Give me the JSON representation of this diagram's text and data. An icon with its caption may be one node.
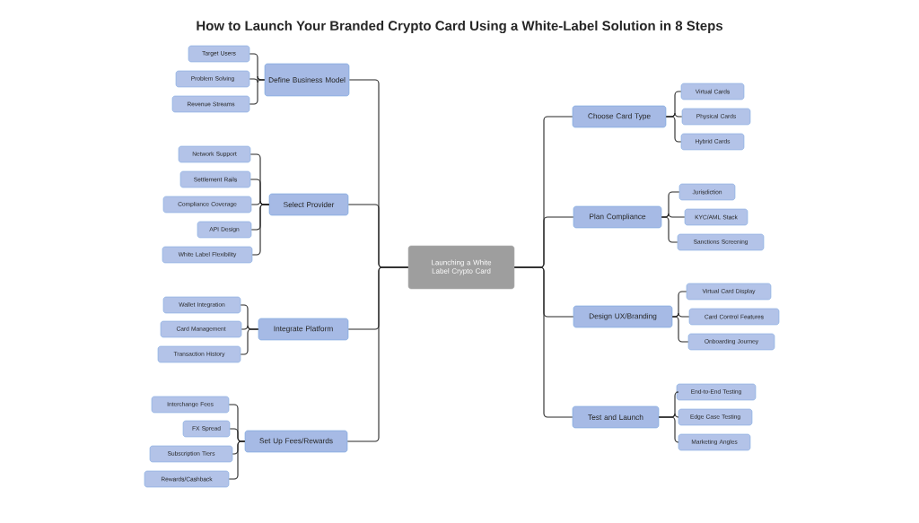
{
  "diagram": {
    "title": "How to Launch Your Branded Crypto Card Using a White-Label Solution in 8 Steps",
    "nodes": [
      {
        "text": [
          "Launching a White Label Crypto Card"
        ]
      },
      {
        "text": [
          "Define Business Model"
        ]
      },
      {
        "text": [
          "Target Users"
        ]
      },
      {
        "text": [
          "Problem Solving"
        ]
      },
      {
        "text": [
          "Revenue Streams"
        ]
      },
      {
        "text": [
          "Select Provider"
        ]
      },
      {
        "text": [
          "Network Support"
        ]
      },
      {
        "text": [
          "Settlement Rails"
        ]
      },
      {
        "text": [
          "Compliance Coverage"
        ]
      },
      {
        "text": [
          "API Design"
        ]
      },
      {
        "text": [
          "White Label Flexibility"
        ]
      },
      {
        "text": [
          "Integrate Platform"
        ]
      },
      {
        "text": [
          "Wallet Integration"
        ]
      },
      {
        "text": [
          "Card Management"
        ]
      },
      {
        "text": [
          "Transaction History"
        ]
      },
      {
        "text": [
          "Set Up Fees/Rewards"
        ]
      },
      {
        "text": [
          "Interchange Fees"
        ]
      },
      {
        "text": [
          "FX Spread"
        ]
      },
      {
        "text": [
          "Subscription Tiers"
        ]
      },
      {
        "text": [
          "Rewards/Cashback"
        ]
      },
      {
        "text": [
          "Choose Card Type"
        ]
      },
      {
        "text": [
          "Virtual Cards"
        ]
      },
      {
        "text": [
          "Physical Cards"
        ]
      },
      {
        "text": [
          "Hybrid Cards"
        ]
      },
      {
        "text": [
          "Plan Compliance"
        ]
      },
      {
        "text": [
          "Jurisdiction"
        ]
      },
      {
        "text": [
          "KYC/AML Stack"
        ]
      },
      {
        "text": [
          "Sanctions Screening"
        ]
      },
      {
        "text": [
          "Design UX/Branding"
        ]
      },
      {
        "text": [
          "Virtual Card Display"
        ]
      },
      {
        "text": [
          "Card Control Features"
        ]
      },
      {
        "text": [
          "Onboarding Journey"
        ]
      },
      {
        "text": [
          "Test and Launch"
        ]
      },
      {
        "text": [
          "End-to-End Testing"
        ]
      },
      {
        "text": [
          "Edge Case Testing"
        ]
      },
      {
        "text": [
          "Marketing Angles"
        ]
      }
    ],
    "edges": [
      {
        "from": 0,
        "to": 1,
        "arrow": "none"
      },
      {
        "from": 0,
        "to": 5,
        "arrow": "none"
      },
      {
        "from": 0,
        "to": 11,
        "arrow": "none"
      },
      {
        "from": 0,
        "to": 15,
        "arrow": "none"
      },
      {
        "from": 0,
        "to": 20,
        "arrow": "none"
      },
      {
        "from": 0,
        "to": 24,
        "arrow": "none"
      },
      {
        "from": 0,
        "to": 28,
        "arrow": "none"
      },
      {
        "from": 0,
        "to": 32,
        "arrow": "none"
      },
      {
        "from": 1,
        "to": 2,
        "arrow": "none"
      },
      {
        "from": 1,
        "to": 3,
        "arrow": "none"
      },
      {
        "from": 1,
        "to": 4,
        "arrow": "none"
      },
      {
        "from": 5,
        "to": 6,
        "arrow": "none"
      },
      {
        "from": 5,
        "to": 7,
        "arrow": "none"
      },
      {
        "from": 5,
        "to": 8,
        "arrow": "none"
      },
      {
        "from": 5,
        "to": 9,
        "arrow": "none"
      },
      {
        "from": 5,
        "to": 10,
        "arrow": "none"
      },
      {
        "from": 11,
        "to": 12,
        "arrow": "none"
      },
      {
        "from": 11,
        "to": 13,
        "arrow": "none"
      },
      {
        "from": 11,
        "to": 14,
        "arrow": "none"
      },
      {
        "from": 15,
        "to": 16,
        "arrow": "none"
      },
      {
        "from": 15,
        "to": 17,
        "arrow": "none"
      },
      {
        "from": 15,
        "to": 18,
        "arrow": "none"
      },
      {
        "from": 15,
        "to": 19,
        "arrow": "none"
      },
      {
        "from": 20,
        "to": 21,
        "arrow": "none"
      },
      {
        "from": 20,
        "to": 22,
        "arrow": "none"
      },
      {
        "from": 20,
        "to": 23,
        "arrow": "none"
      },
      {
        "from": 24,
        "to": 25,
        "arrow": "none"
      },
      {
        "from": 24,
        "to": 26,
        "arrow": "none"
      },
      {
        "from": 24,
        "to": 27,
        "arrow": "none"
      },
      {
        "from": 28,
        "to": 29,
        "arrow": "none"
      },
      {
        "from": 28,
        "to": 30,
        "arrow": "none"
      },
      {
        "from": 28,
        "to": 31,
        "arrow": "none"
      },
      {
        "from": 32,
        "to": 33,
        "arrow": "none"
      },
      {
        "from": 32,
        "to": 34,
        "arrow": "none"
      },
      {
        "from": 32,
        "to": 35,
        "arrow": "none"
      }
    ]
  }
}
